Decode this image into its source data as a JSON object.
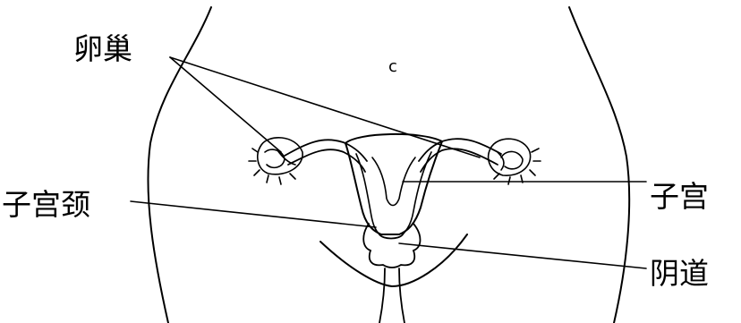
{
  "labels": {
    "ovary": "卵巢",
    "uterus": "子宫",
    "cervix": "子宫颈",
    "vagina": "阴道",
    "marker": "c"
  },
  "colors": {
    "stroke": "#000000",
    "background": "#ffffff"
  }
}
